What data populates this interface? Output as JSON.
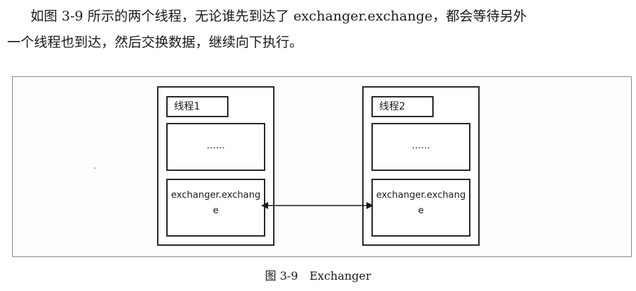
{
  "paragraph": {
    "line1": "如图 3-9 所示的两个线程，无论谁先到达了 exchanger.exchange，都会等待另外",
    "line2": "一个线程也到达，然后交换数据，继续向下执行。"
  },
  "diagram": {
    "threads": [
      {
        "title": "线程1",
        "body": "……",
        "exchange_label": "exchanger.exchange"
      },
      {
        "title": "线程2",
        "body": "……",
        "exchange_label": "exchanger.exchange"
      }
    ],
    "arrow": "bidirectional"
  },
  "caption": {
    "number": "图 3-9",
    "title": "Exchanger"
  }
}
